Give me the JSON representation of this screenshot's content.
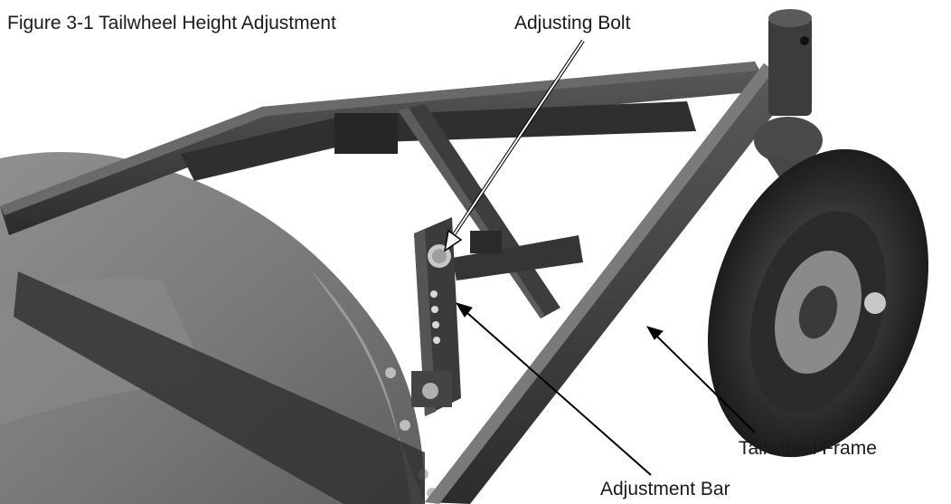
{
  "figure": {
    "caption": "Figure 3-1 Tailwheel Height Adjustment"
  },
  "callouts": {
    "adjusting_bolt": "Adjusting Bolt",
    "tailwheel_frame": "Tailwheel Frame",
    "adjustment_bar": "Adjustment Bar"
  },
  "colors": {
    "frame": "#3a3a3a",
    "deck": "#7d7d7d",
    "tire": "#2a2a2a",
    "background": "#ffffff"
  }
}
